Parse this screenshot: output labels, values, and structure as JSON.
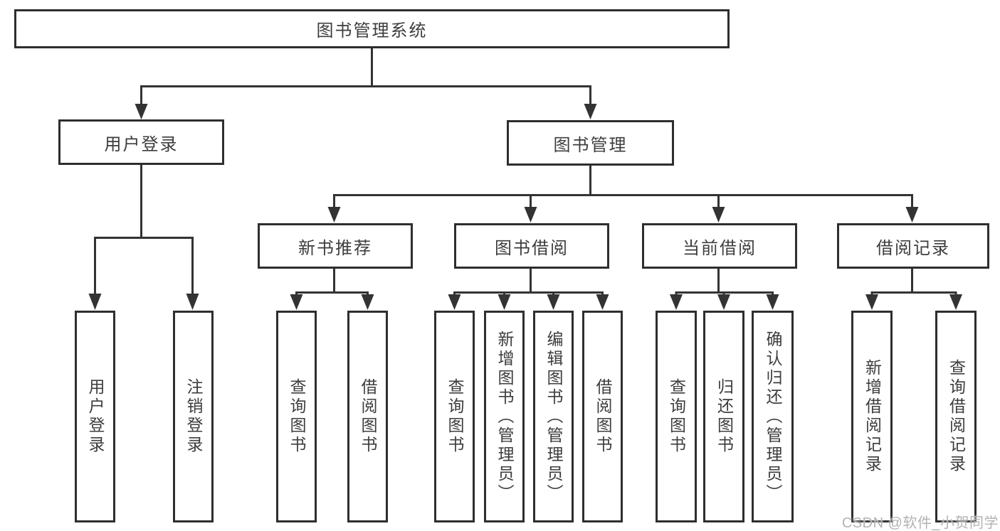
{
  "tree": {
    "root": {
      "label": "图书管理系统"
    },
    "branches": [
      {
        "label": "用户登录",
        "children": [
          {
            "label": "用户登录"
          },
          {
            "label": "注销登录"
          }
        ]
      },
      {
        "label": "图书管理",
        "children": [
          {
            "label": "新书推荐",
            "children": [
              {
                "label": "查询图书"
              },
              {
                "label": "借阅图书"
              }
            ]
          },
          {
            "label": "图书借阅",
            "children": [
              {
                "label": "查询图书"
              },
              {
                "label": "新增图书（管理员）"
              },
              {
                "label": "编辑图书（管理员）"
              },
              {
                "label": "借阅图书"
              }
            ]
          },
          {
            "label": "当前借阅",
            "children": [
              {
                "label": "查询图书"
              },
              {
                "label": "归还图书"
              },
              {
                "label": "确认归还（管理员）"
              }
            ]
          },
          {
            "label": "借阅记录",
            "children": [
              {
                "label": "新增借阅记录"
              },
              {
                "label": "查询借阅记录"
              }
            ]
          }
        ]
      }
    ]
  },
  "watermark": {
    "text": "CSDN @软件_小贺同学"
  },
  "colors": {
    "line": "#333333",
    "box_border": "#2e2e2e",
    "box_fill": "#ffffff",
    "text": "#3d3d3d",
    "watermark": "#b2b2b2"
  }
}
